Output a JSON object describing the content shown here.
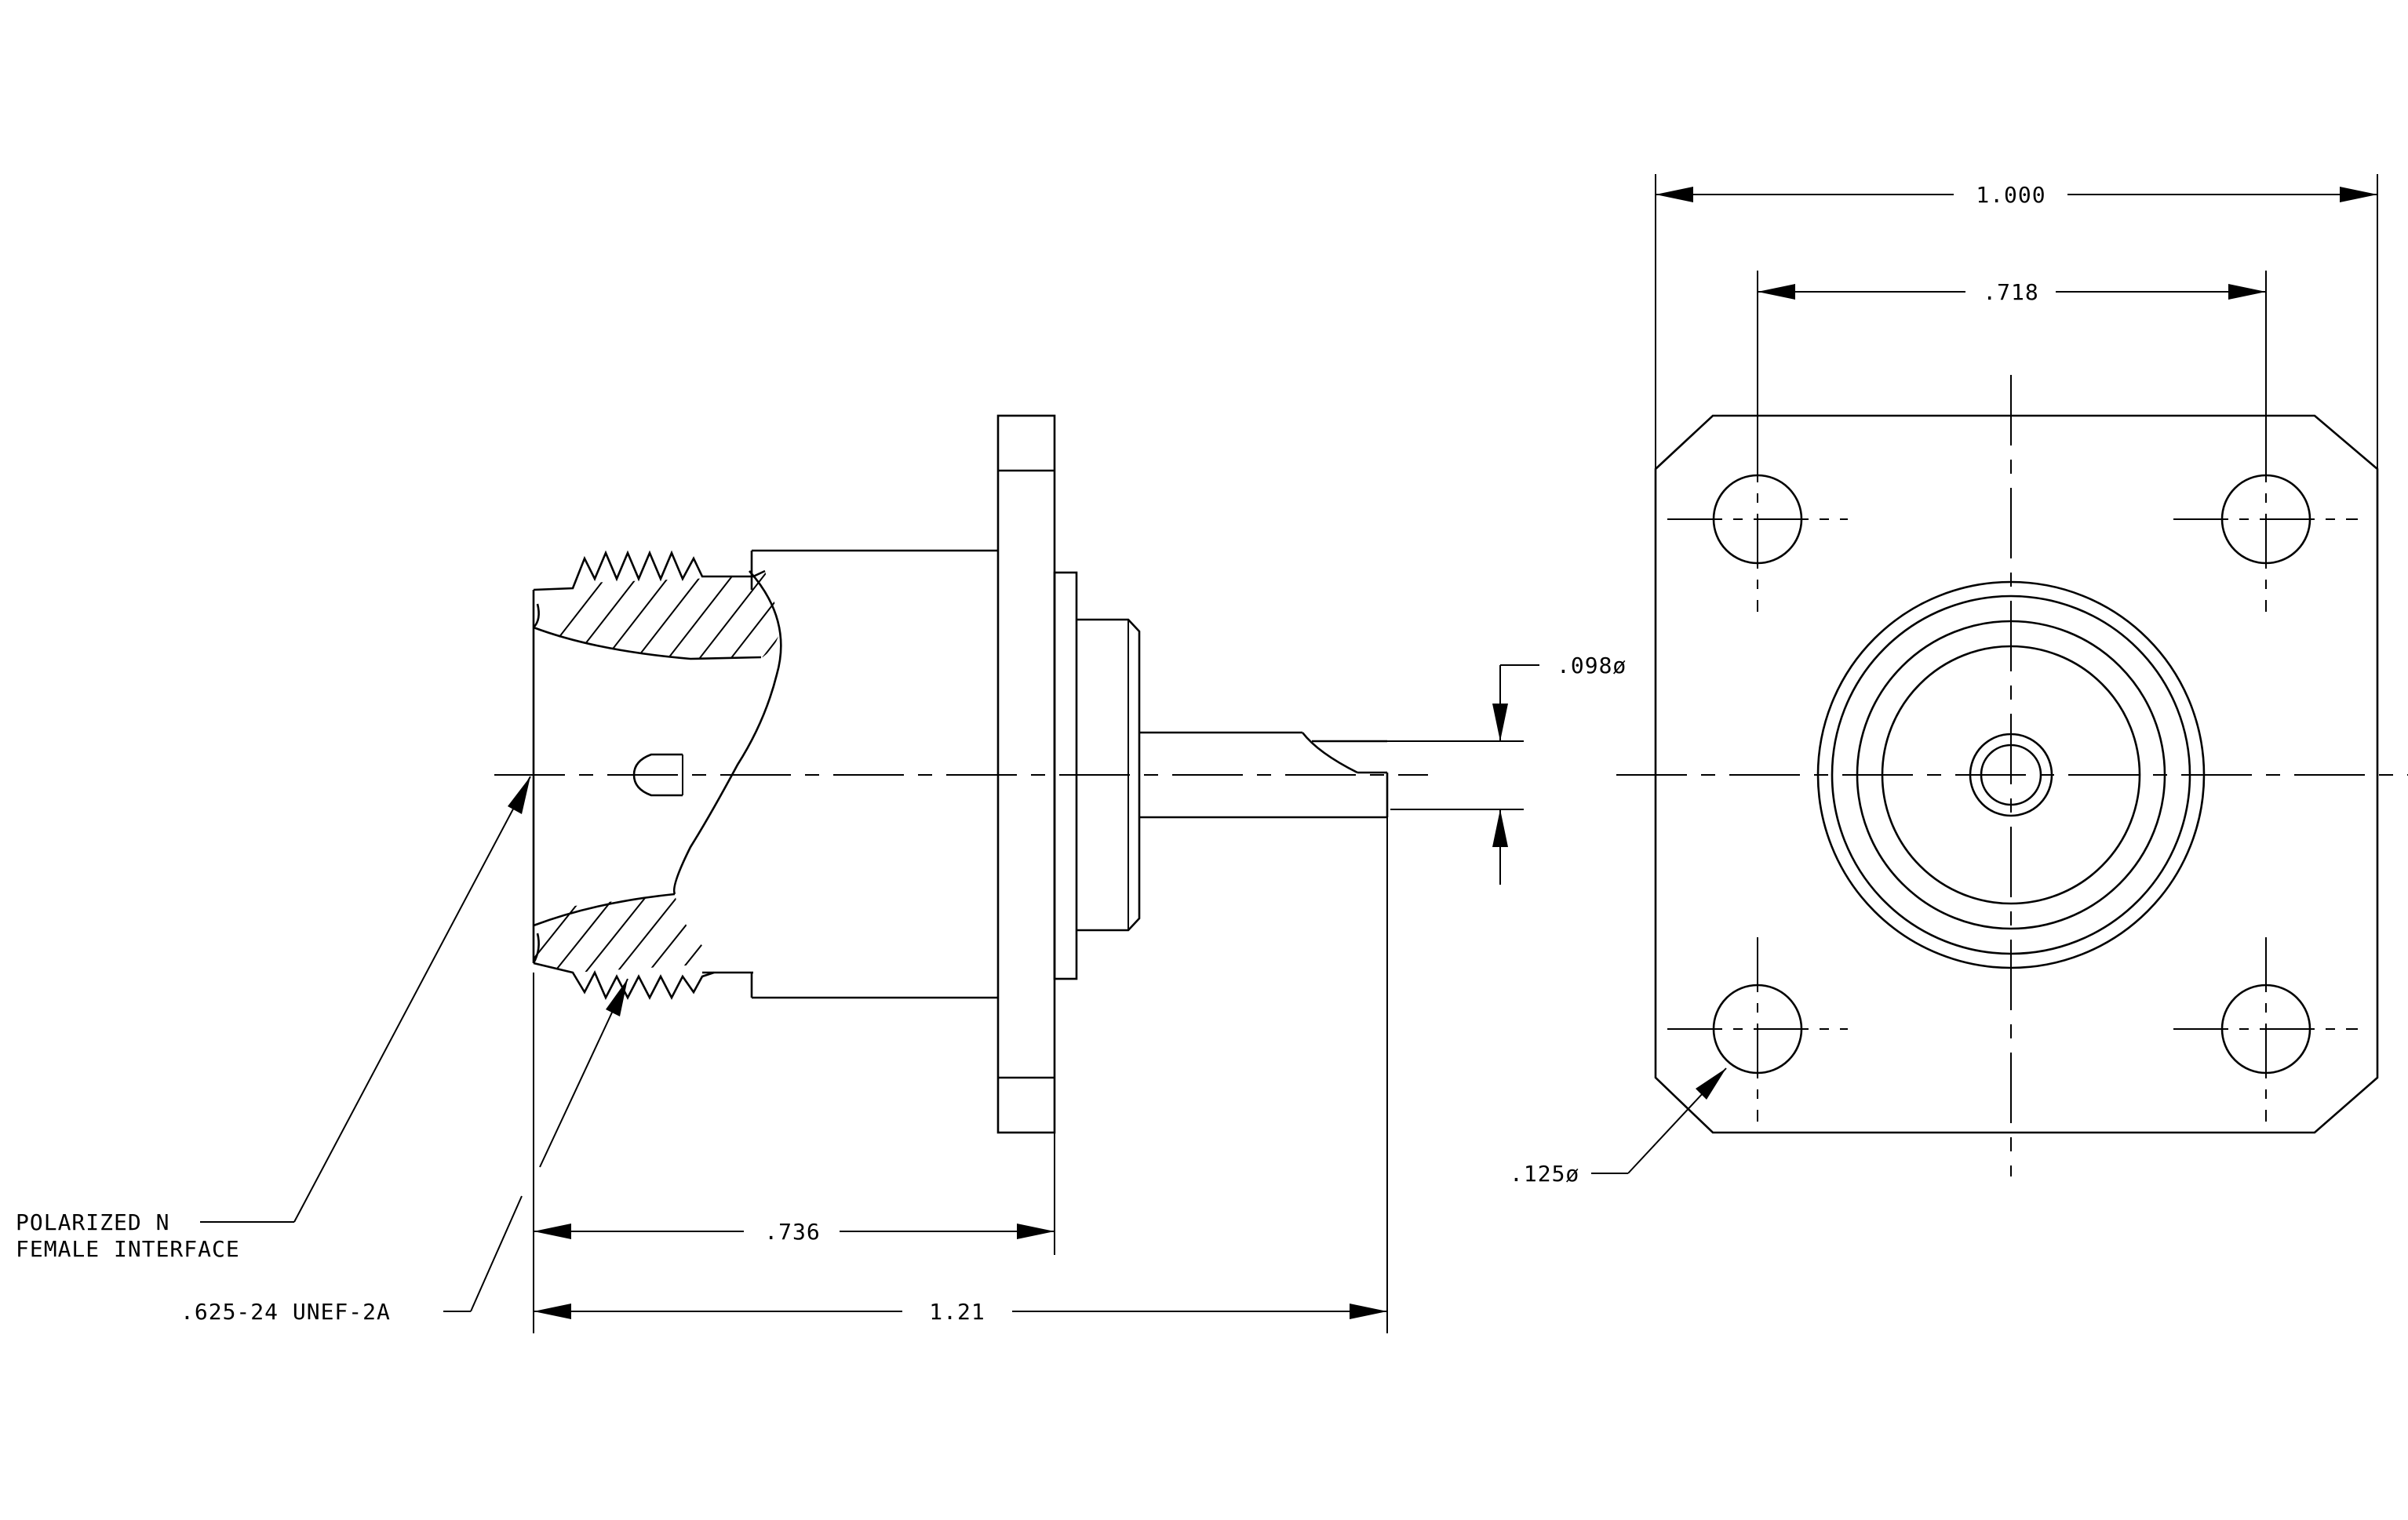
{
  "dimensions": {
    "overall_width": ".736",
    "total_length": "1.21",
    "flange_width": "1.000",
    "hole_spacing": ".718",
    "pin_diameter": ".098ø",
    "hole_diameter": ".125ø"
  },
  "callouts": {
    "interface_line1": "POLARIZED N",
    "interface_line2": "FEMALE INTERFACE",
    "thread_spec": ".625-24 UNEF-2A"
  }
}
